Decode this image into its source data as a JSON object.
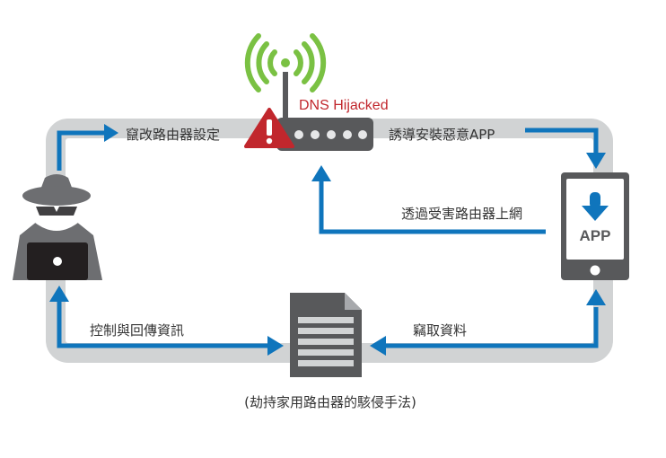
{
  "labels": {
    "tamper_router": "竄改路由器設定",
    "dns_hijacked": "DNS Hijacked",
    "induce_install": "誘導安裝惡意APP",
    "via_router": "透過受害路由器上網",
    "control_report": "控制與回傳資訊",
    "steal_data": "竊取資料",
    "app": "APP"
  },
  "caption": "(劫持家用路由器的駭侵手法)",
  "icons": [
    "wifi-icon",
    "router-icon",
    "warning-icon",
    "hacker-icon",
    "laptop-icon",
    "phone-icon",
    "download-icon",
    "document-icon"
  ],
  "colors": {
    "track": "#d1d3d4",
    "arrow": "#0f75bc",
    "warning": "#c1272d",
    "wifi": "#7ac143",
    "device": "#58595b"
  }
}
